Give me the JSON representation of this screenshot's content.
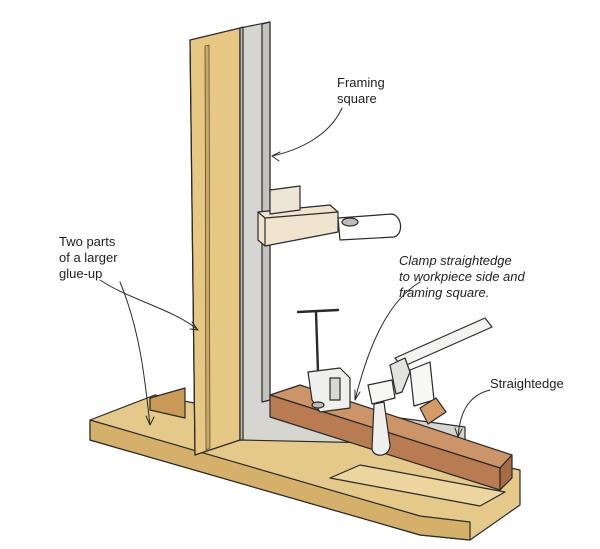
{
  "labels": {
    "framing_square": "Framing\nsquare",
    "glue_up_parts": "Two parts\nof a larger\nglue-up",
    "clamp_instruction": "Clamp straightedge\nto workpiece side and\nframing square.",
    "straightedge": "Straightedge"
  },
  "colors": {
    "wood_light": "#e9cf8c",
    "wood_mid": "#d8b56a",
    "wood_dark": "#b98a45",
    "metal": "#d4d3cf",
    "straightedge": "#c9946a",
    "ink": "#2a2a2a"
  }
}
